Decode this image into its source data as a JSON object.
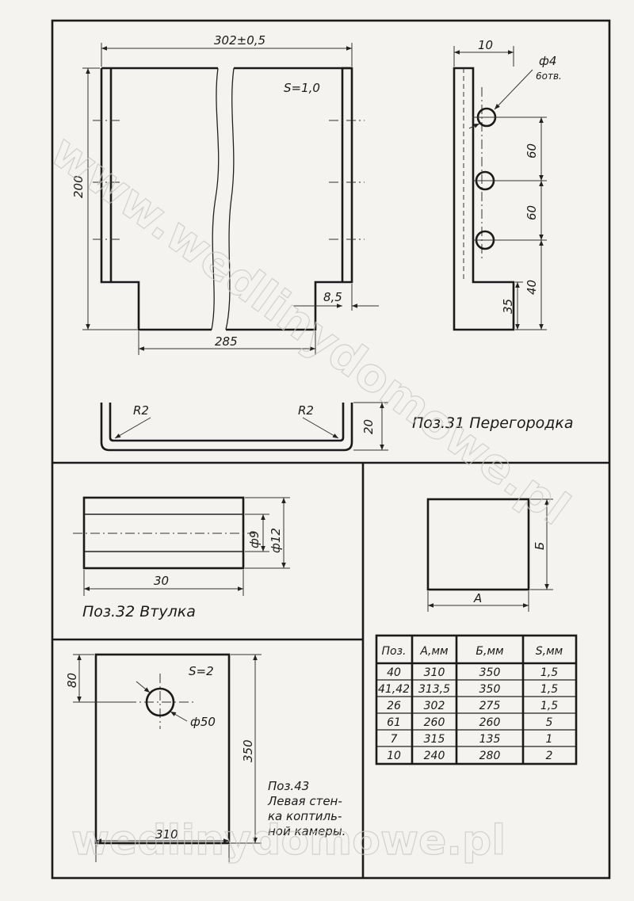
{
  "watermark": {
    "diagonal": "www.wedlinydomowe.pl",
    "bottom": "wedlinydomowe.pl"
  },
  "part31": {
    "title": "Поз.31 Перегородка",
    "dim_width": "302±0,5",
    "dim_thickness": "S=1,0",
    "dim_height": "200",
    "dim_bottom": "285",
    "dim_notch": "8,5",
    "dim_side_width": "10",
    "dim_hole": "ф4",
    "dim_hole_count": "6отв.",
    "dim_pitch1": "60",
    "dim_pitch2": "60",
    "dim_lower": "40",
    "dim_notch_h": "35",
    "radius_left": "R2",
    "radius_right": "R2",
    "dim_flange": "20"
  },
  "part32": {
    "title": "Поз.32   Втулка",
    "dim_length": "30",
    "dim_inner": "ф9",
    "dim_outer": "ф12"
  },
  "generic": {
    "dim_a": "A",
    "dim_b": "Б"
  },
  "part43": {
    "title_lines": [
      "Поз.43",
      "Левая стен-",
      "ка коптиль-",
      "ной камеры."
    ],
    "dim_thickness": "S=2",
    "dim_offset": "80",
    "dim_hole": "ф50",
    "dim_height": "350",
    "dim_width": "310"
  },
  "table": {
    "headers": [
      "Поз.",
      "А,мм",
      "Б,мм",
      "S,мм"
    ],
    "rows": [
      [
        "40",
        "310",
        "350",
        "1,5"
      ],
      [
        "41,42",
        "313,5",
        "350",
        "1,5"
      ],
      [
        "26",
        "302",
        "275",
        "1,5"
      ],
      [
        "61",
        "260",
        "260",
        "5"
      ],
      [
        "7",
        "315",
        "135",
        "1"
      ],
      [
        "10",
        "240",
        "280",
        "2"
      ]
    ]
  }
}
